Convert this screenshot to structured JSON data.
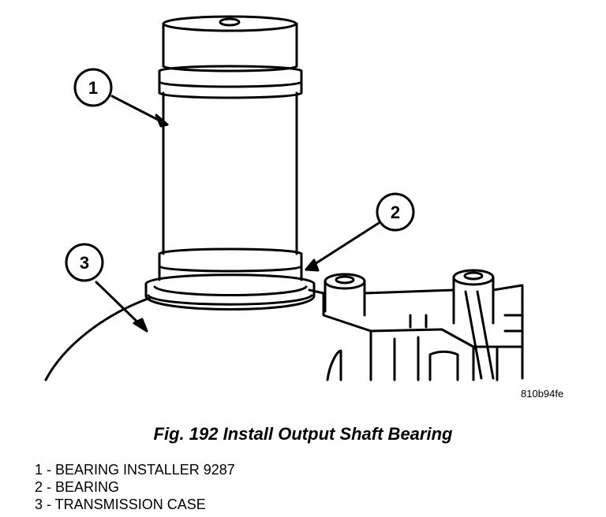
{
  "figure": {
    "callouts": [
      {
        "number": "1"
      },
      {
        "number": "2"
      },
      {
        "number": "3"
      }
    ],
    "image_code": "810b94fe",
    "caption": "Fig. 192 Install Output Shaft Bearing",
    "legend": [
      "1 - BEARING INSTALLER 9287",
      "2 - BEARING",
      "3 - TRANSMISSION CASE"
    ]
  }
}
